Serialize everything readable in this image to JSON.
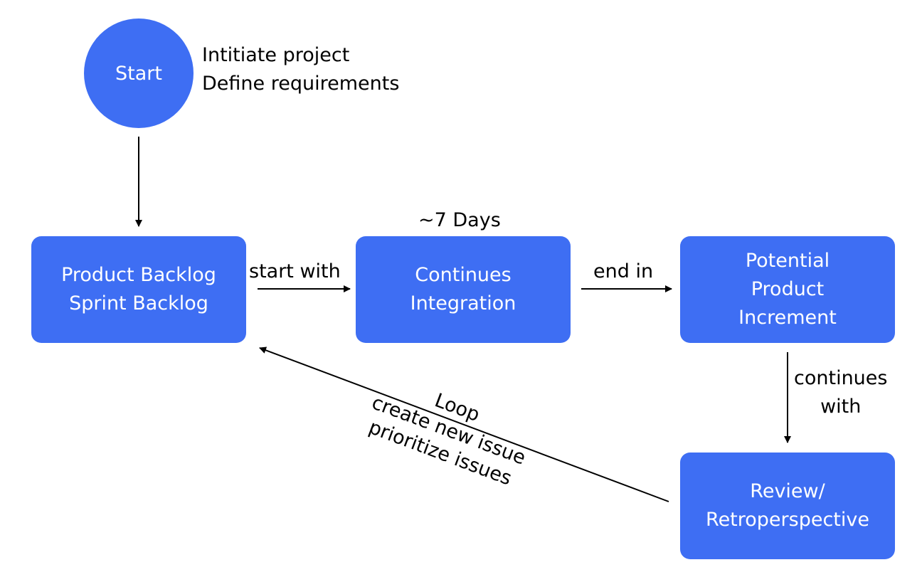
{
  "nodes": {
    "start": {
      "label": "Start"
    },
    "backlog": {
      "line1": "Product Backlog",
      "line2": "Sprint Backlog"
    },
    "integration": {
      "line1": "Continues",
      "line2": "Integration"
    },
    "increment": {
      "line1": "Potential",
      "line2": "Product",
      "line3": "Increment"
    },
    "review": {
      "line1": "Review/",
      "line2": "Retroperspective"
    }
  },
  "notes": {
    "start_line1": "Intitiate project",
    "start_line2": "Define requirements",
    "duration": "~7 Days"
  },
  "edges": {
    "start_to_backlog": "",
    "backlog_to_integration": "start with",
    "integration_to_increment": "end in",
    "increment_to_review_line1": "continues",
    "increment_to_review_line2": "with",
    "loop_line1": "Loop",
    "loop_line2": "create new issue",
    "loop_line3": "prioritize issues"
  },
  "colors": {
    "node_fill": "#3e6ef3",
    "node_text": "#ffffff",
    "edge": "#000000"
  }
}
